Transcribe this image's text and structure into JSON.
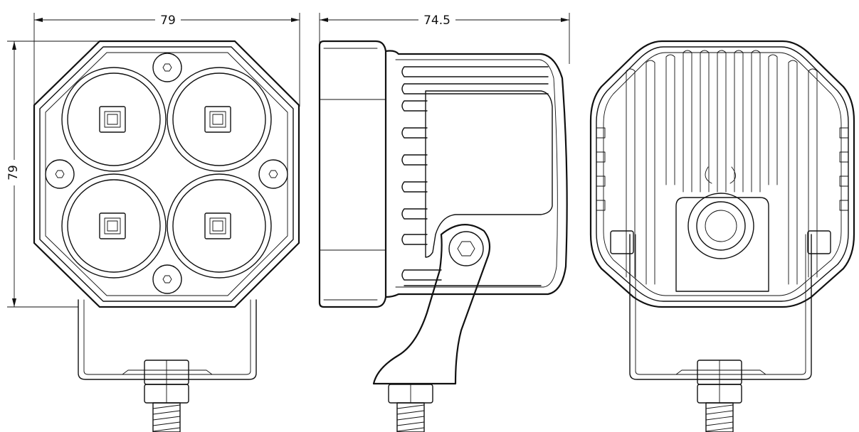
{
  "drawing": {
    "dimensions": {
      "front_width": "79",
      "front_height": "79",
      "side_depth": "74.5"
    }
  }
}
